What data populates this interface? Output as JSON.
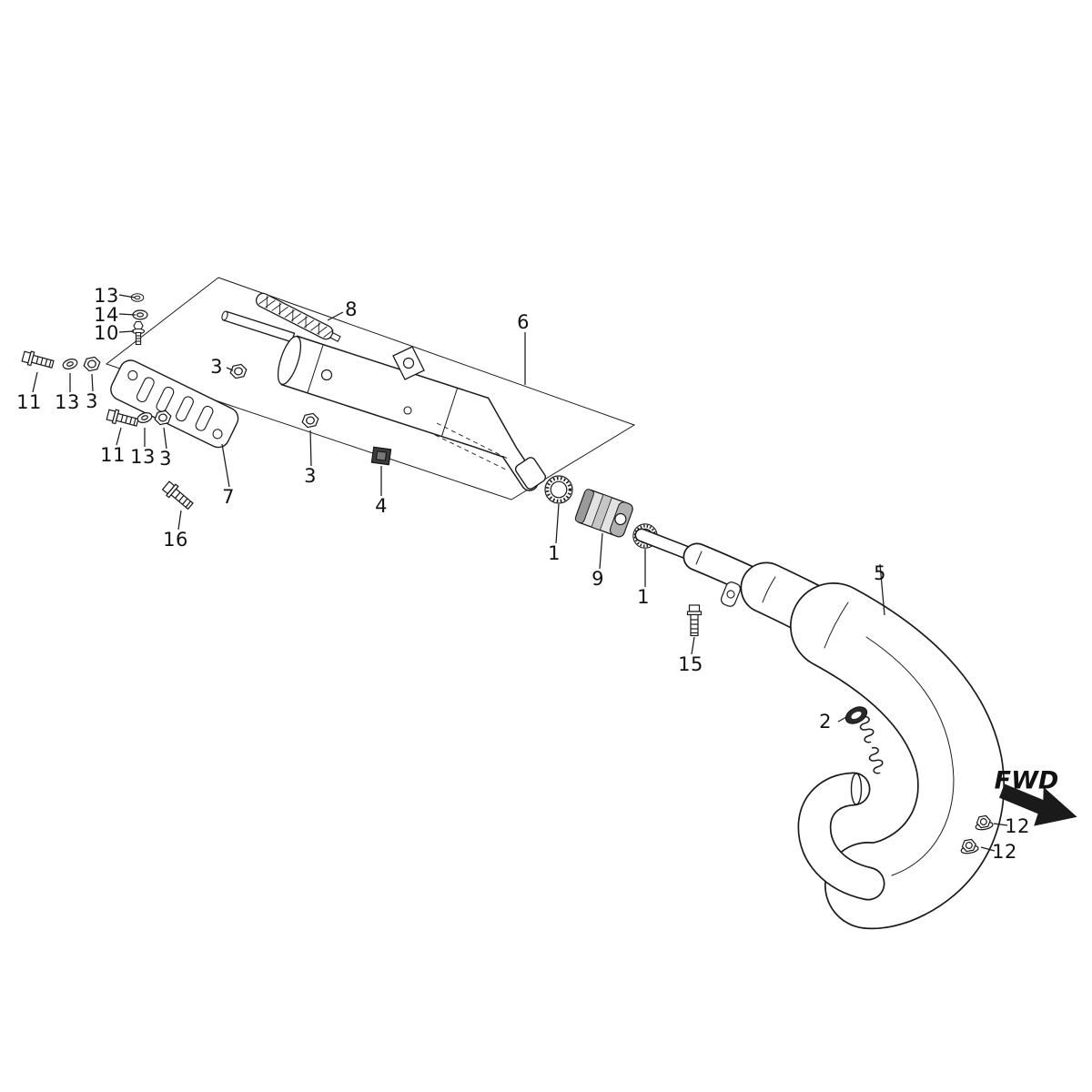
{
  "diagram": {
    "background": "#ffffff",
    "line_color": "#1a1a1a",
    "fwd": {
      "label": "FWD"
    },
    "callouts": [
      {
        "label": "13"
      },
      {
        "label": "14"
      },
      {
        "label": "10"
      },
      {
        "label": "11"
      },
      {
        "label": "13"
      },
      {
        "label": "3"
      },
      {
        "label": "11"
      },
      {
        "label": "13"
      },
      {
        "label": "3"
      },
      {
        "label": "7"
      },
      {
        "label": "16"
      },
      {
        "label": "3"
      },
      {
        "label": "3"
      },
      {
        "label": "4"
      },
      {
        "label": "8"
      },
      {
        "label": "6"
      },
      {
        "label": "1"
      },
      {
        "label": "9"
      },
      {
        "label": "1"
      },
      {
        "label": "5"
      },
      {
        "label": "15"
      },
      {
        "label": "2"
      },
      {
        "label": "12"
      },
      {
        "label": "12"
      }
    ]
  }
}
